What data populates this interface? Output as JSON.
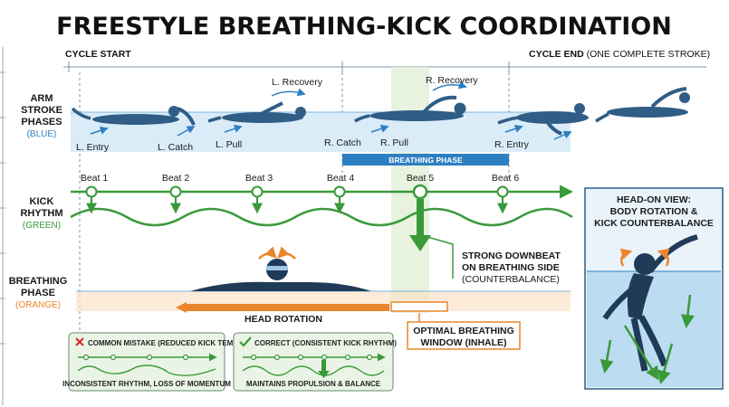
{
  "title": "FREESTYLE BREATHING-KICK COORDINATION",
  "cycle": {
    "start_label": "CYCLE START",
    "end_label": "CYCLE END",
    "end_note": "(ONE COMPLETE STROKE)"
  },
  "rows": {
    "arm": {
      "line1": "ARM",
      "line2": "STROKE",
      "line3": "PHASES",
      "sub": "(BLUE)"
    },
    "kick": {
      "line1": "KICK",
      "line2": "RHYTHM",
      "sub": "(GREEN)"
    },
    "breath": {
      "line1": "BREATHING",
      "line2": "PHASE",
      "sub": "(ORANGE)"
    }
  },
  "arm_phases": {
    "l_entry": "L. Entry",
    "l_catch": "L. Catch",
    "l_pull": "L. Pull",
    "l_recovery": "L. Recovery",
    "r_catch": "R. Catch",
    "r_pull": "R. Pull",
    "r_recovery": "R. Recovery",
    "r_entry": "R. Entry"
  },
  "breathing_phase_banner": "BREATHING PHASE",
  "beats": [
    "Beat 1",
    "Beat 2",
    "Beat 3",
    "Beat 4",
    "Beat 5",
    "Beat 6"
  ],
  "downbeat_callout": {
    "line1": "STRONG DOWNBEAT",
    "line2": "ON BREATHING SIDE",
    "line3": "(COUNTERBALANCE)"
  },
  "head_rotation_label": "HEAD ROTATION",
  "window_callout": {
    "line1": "OPTIMAL BREATHING",
    "line2": "WINDOW",
    "line2_note": "(INHALE)"
  },
  "head_on": {
    "line1": "HEAD-ON VIEW:",
    "line2": "BODY ROTATION &",
    "line3": "KICK COUNTERBALANCE"
  },
  "mistake_box": {
    "title": "COMMON MISTAKE",
    "title_note": "(REDUCED KICK TEMPO)",
    "caption": "INCONSISTENT RHYTHM, LOSS OF MOMENTUM"
  },
  "correct_box": {
    "title": "CORRECT",
    "title_note": "(CONSISTENT KICK RHYTHM)",
    "caption": "MAINTAINS PROPULSION & BALANCE"
  },
  "colors": {
    "blue": "#2d7fc1",
    "swimmer": "#2f5d86",
    "water": "#d9ecf8",
    "green": "#3a9a3a",
    "orange": "#e9862b",
    "peach": "#fbe2c7",
    "highlight": "#e4f1dc"
  }
}
